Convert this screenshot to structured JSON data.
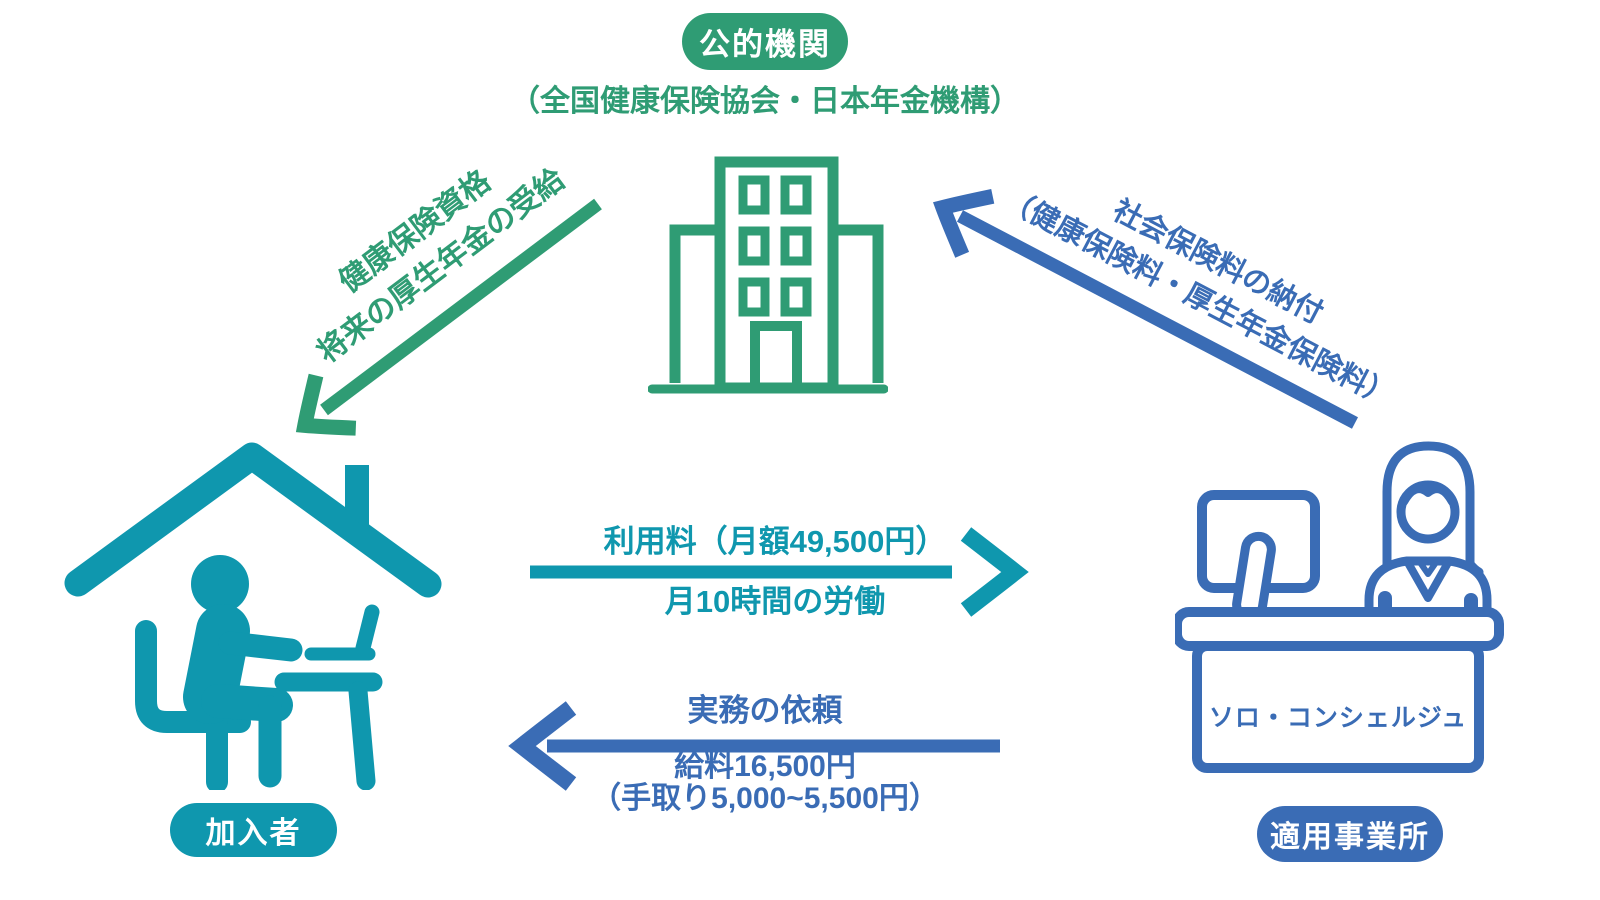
{
  "colors": {
    "green": "#2f9c74",
    "teal": "#0f97ae",
    "blue": "#3a6cb5",
    "badge_text": "#ffffff"
  },
  "nodes": {
    "public_institution": {
      "badge": "公的機関",
      "subtitle": "（全国健康保険協会・日本年金機構）",
      "icon": "office-building-icon"
    },
    "member": {
      "badge": "加入者",
      "icon": "work-from-home-icon"
    },
    "workplace": {
      "badge": "適用事業所",
      "desk_label": "ソロ・コンシェルジュ",
      "icon": "concierge-desk-icon"
    }
  },
  "arrows": {
    "insurance_benefit": {
      "from": "public_institution",
      "to": "member",
      "color": "green",
      "direction": "down-left",
      "line1": "健康保険資格",
      "line2": "将来の厚生年金の受給"
    },
    "premium_payment": {
      "from": "workplace",
      "to": "public_institution",
      "color": "blue",
      "direction": "up-left",
      "line1": "社会保険料の納付",
      "line2": "（健康保険料・厚生年金保険料）"
    },
    "usage_fee": {
      "from": "member",
      "to": "workplace",
      "color": "teal",
      "direction": "right",
      "line1": "利用料（月額49,500円）",
      "line2": "月10時間の労働"
    },
    "work_request": {
      "from": "workplace",
      "to": "member",
      "color": "blue",
      "direction": "left",
      "line1": "実務の依頼",
      "line2": "給料16,500円",
      "line3": "（手取り5,000~5,500円）"
    }
  }
}
